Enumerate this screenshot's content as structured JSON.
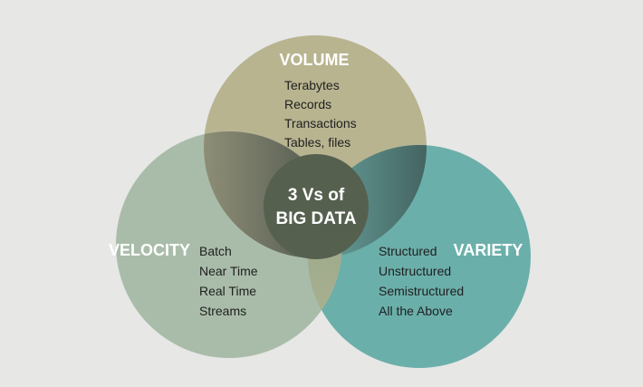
{
  "diagram": {
    "colors": {
      "background": "#e7e7e6",
      "volume": "#b8b490",
      "velocity": "#a9bca9",
      "variety": "#6bafaa",
      "center": "#56604f",
      "overlap_dark": "#2e3434"
    },
    "center": {
      "line1": "3 Vs of",
      "line2": "BIG DATA"
    },
    "volume": {
      "title": "VOLUME",
      "items": [
        "Terabytes",
        "Records",
        "Transactions",
        "Tables, files"
      ]
    },
    "velocity": {
      "title": "VELOCITY",
      "items": [
        "Batch",
        "Near Time",
        "Real Time",
        "Streams"
      ]
    },
    "variety": {
      "title": "VARIETY",
      "items": [
        "Structured",
        "Unstructured",
        "Semistructured",
        "All the Above"
      ]
    }
  }
}
